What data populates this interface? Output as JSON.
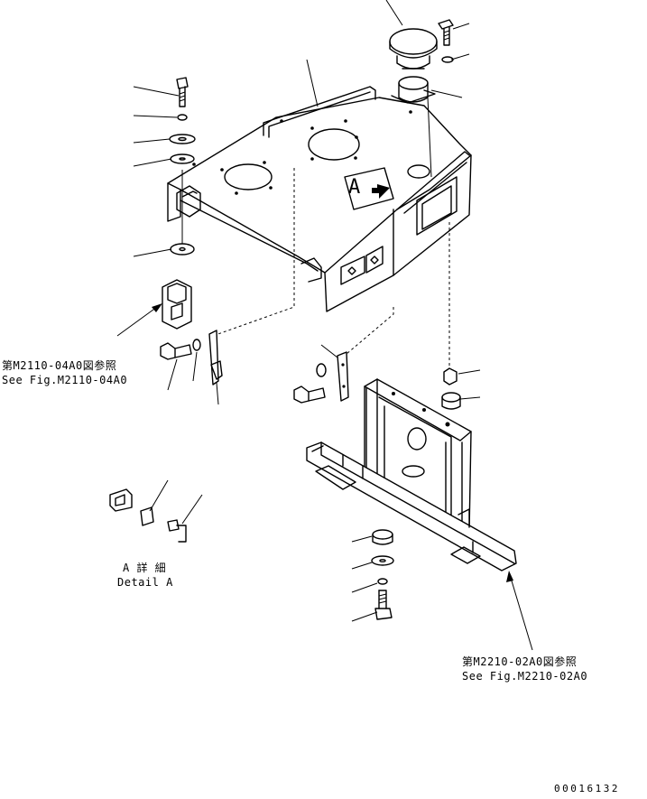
{
  "labels": {
    "ref_top_ja": "第M2110-04A0図参照",
    "ref_top_en": "See Fig.M2110-04A0",
    "detail_ja": "A 詳 細",
    "detail_en": "Detail A",
    "ref_bottom_ja": "第M2210-02A0図参照",
    "ref_bottom_en": "See Fig.M2210-02A0",
    "view_marker": "A",
    "doc_number": "00016132"
  }
}
